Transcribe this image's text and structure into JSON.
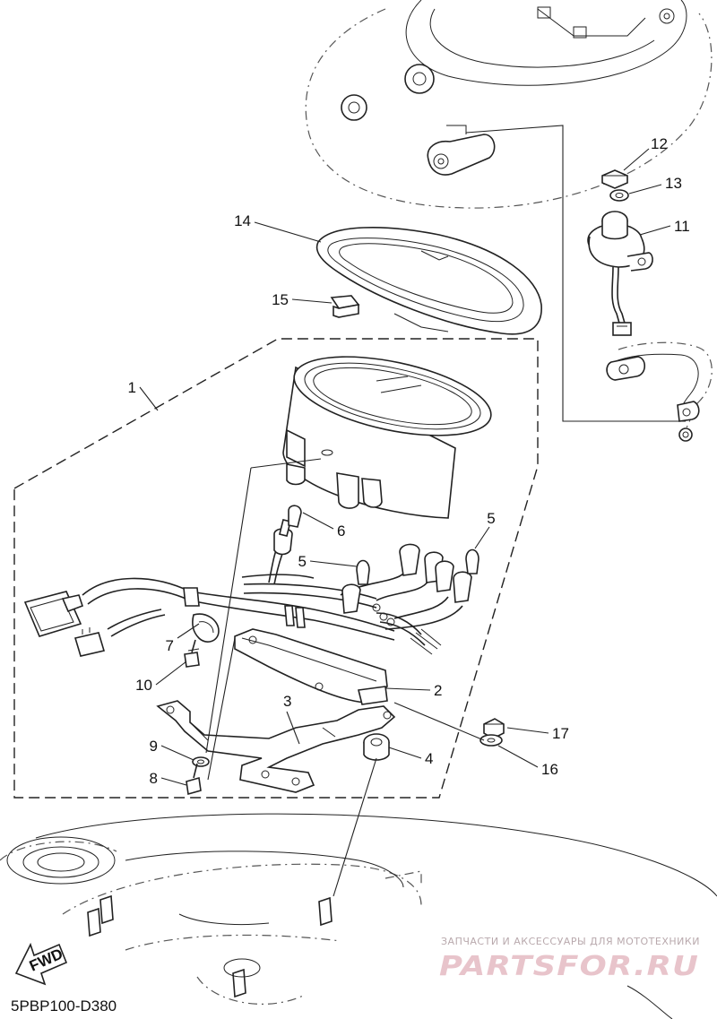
{
  "diagram_code": "5PBP100-D380",
  "fwd_label": "FWD",
  "watermark": {
    "caption": "ЗАПЧАСТИ И АКСЕССУАРЫ ДЛЯ МОТОТЕХНИКИ",
    "brand": "PARTSFOR.RU"
  },
  "callouts": [
    {
      "id": "c1",
      "label": "1"
    },
    {
      "id": "c2",
      "label": "2"
    },
    {
      "id": "c3",
      "label": "3"
    },
    {
      "id": "c4",
      "label": "4"
    },
    {
      "id": "c5a",
      "label": "5"
    },
    {
      "id": "c5b",
      "label": "5"
    },
    {
      "id": "c6",
      "label": "6"
    },
    {
      "id": "c7",
      "label": "7"
    },
    {
      "id": "c8",
      "label": "8"
    },
    {
      "id": "c9",
      "label": "9"
    },
    {
      "id": "c10",
      "label": "10"
    },
    {
      "id": "c11",
      "label": "11"
    },
    {
      "id": "c12",
      "label": "12"
    },
    {
      "id": "c13",
      "label": "13"
    },
    {
      "id": "c14",
      "label": "14"
    },
    {
      "id": "c15",
      "label": "15"
    },
    {
      "id": "c16",
      "label": "16"
    },
    {
      "id": "c17",
      "label": "17"
    }
  ]
}
